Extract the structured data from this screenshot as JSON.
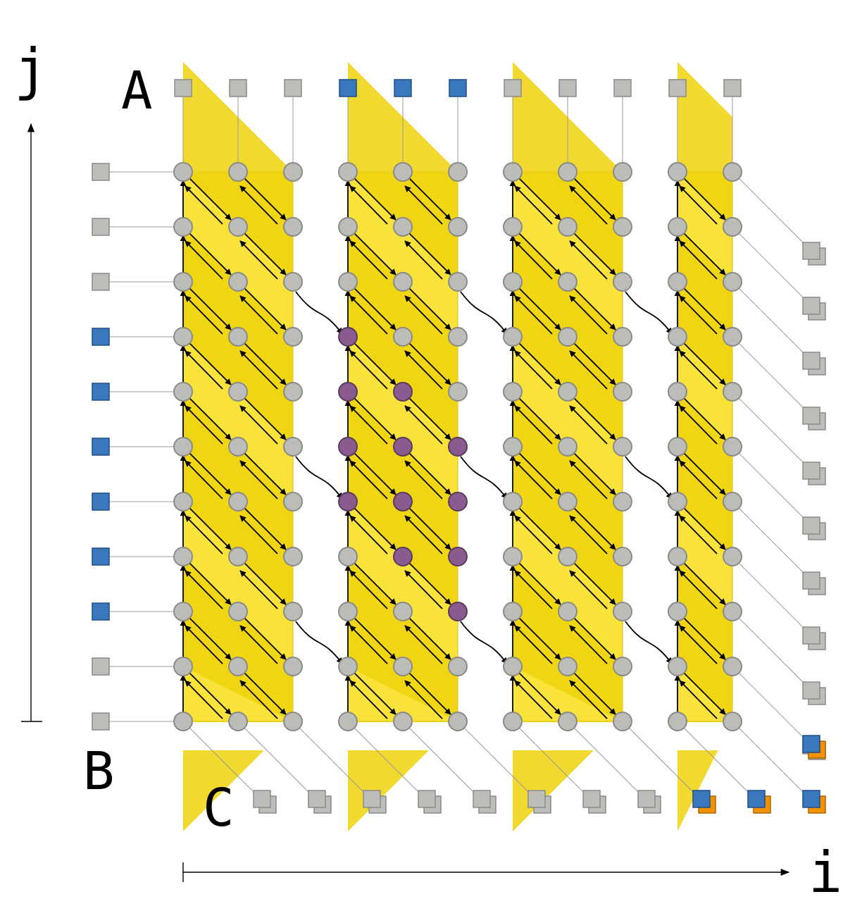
{
  "labels": {
    "a": "A",
    "b": "B",
    "c": "C",
    "i": "i",
    "j": "j"
  },
  "grid": {
    "cols": 11,
    "rows": 11
  },
  "a_highlight": [
    3,
    4,
    5
  ],
  "b_highlight": [
    2,
    3,
    4,
    5,
    6,
    7
  ],
  "c_highlight_rows": [
    0,
    1
  ],
  "c_highlight_cols": [
    8,
    9,
    10
  ],
  "purple_nodes": [
    [
      3,
      7
    ],
    [
      3,
      6
    ],
    [
      4,
      6
    ],
    [
      3,
      5
    ],
    [
      4,
      5
    ],
    [
      5,
      5
    ],
    [
      3,
      4
    ],
    [
      4,
      4
    ],
    [
      5,
      4
    ],
    [
      4,
      3
    ],
    [
      5,
      3
    ],
    [
      5,
      2
    ]
  ],
  "colors": {
    "gray_fill": "#bcbdb9",
    "gray_stroke": "#8a8b87",
    "blue": "#3a78bd",
    "blue_stroke": "#1f4f86",
    "orange": "#f39200",
    "orange_stroke": "#b06400",
    "purple": "#8a5b8e",
    "purple_stroke": "#5b3b5e",
    "yellow_light": "#f9e23a",
    "yellow_dark": "#efd20c",
    "yellow_stroke": "#d8b900"
  }
}
